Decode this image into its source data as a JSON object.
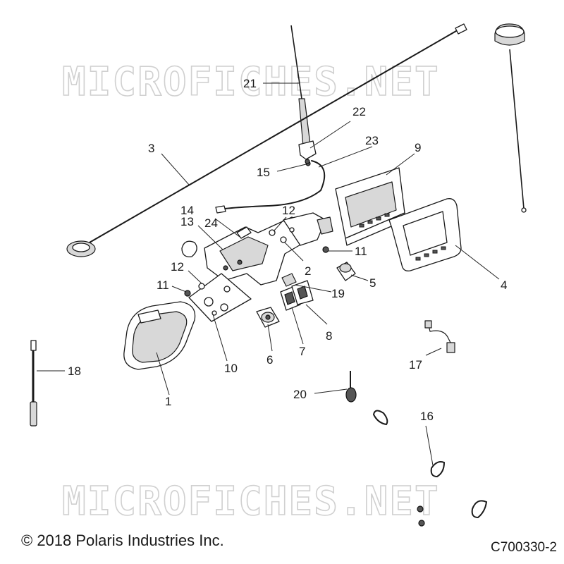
{
  "watermark_text": "MICROFICHES.NET",
  "copyright": "© 2018 Polaris Industries Inc.",
  "figure_code": "C700330-2",
  "callouts": {
    "c1": "1",
    "c2": "2",
    "c3": "3",
    "c4": "4",
    "c5": "5",
    "c6": "6",
    "c7": "7",
    "c8": "8",
    "c9": "9",
    "c10": "10",
    "c11a": "11",
    "c11b": "11",
    "c12a": "12",
    "c12b": "12",
    "c13": "13",
    "c14": "14",
    "c15": "15",
    "c16": "16",
    "c17": "17",
    "c18": "18",
    "c19": "19",
    "c20": "20",
    "c21": "21",
    "c22": "22",
    "c23": "23",
    "c24": "24"
  },
  "colors": {
    "line": "#1a1a1a",
    "watermark": "#d0d0d0",
    "background": "#ffffff"
  }
}
